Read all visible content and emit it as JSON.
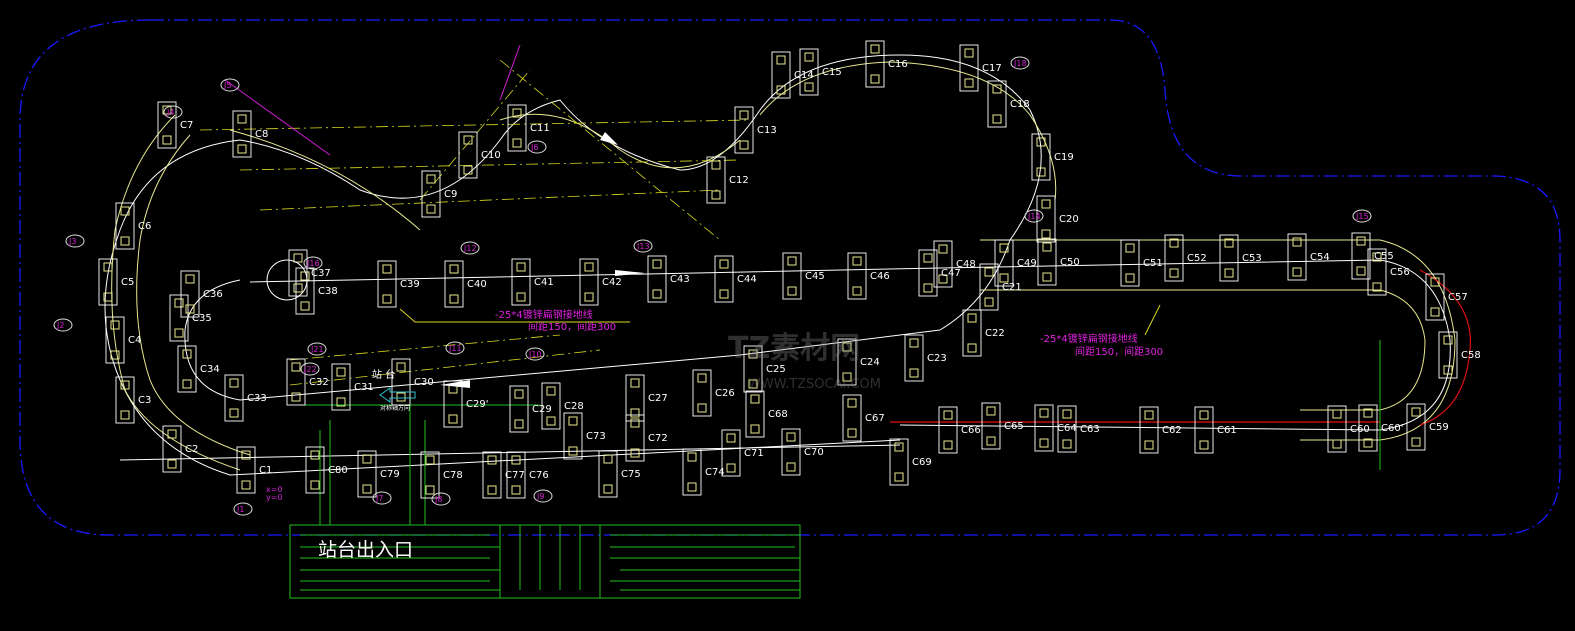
{
  "title_label": "站台出入口",
  "platform_label": "站 台",
  "axis_direction_label": "对称轴方向",
  "origin": {
    "x": "x=0",
    "y": "y=0"
  },
  "notes": [
    {
      "line1": "-25*4镀锌扁钢接地线",
      "line2": "间距150，间距300"
    },
    {
      "line1": "-25*4镀锌扁钢接地线",
      "line2": "间距150，间距300"
    }
  ],
  "watermark": {
    "brand": "TZ素材网",
    "url": "WWW.TZSOCAI.COM"
  },
  "colors": {
    "background": "#000000",
    "track": "#ffffff",
    "rail": "#e8e890",
    "axis": "#d8d820",
    "boundary": "#1a1aff",
    "marker": "#d020d0",
    "exit": "#20c020",
    "red_line": "#e01010"
  },
  "columns": [
    "C1",
    "C2",
    "C3",
    "C4",
    "C5",
    "C6",
    "C7",
    "C8",
    "C9",
    "C10",
    "C11",
    "C12",
    "C13",
    "C14",
    "C15",
    "C16",
    "C17",
    "C18",
    "C19",
    "C20",
    "C21",
    "C22",
    "C23",
    "C24",
    "C25",
    "C26",
    "C27",
    "C28",
    "C29",
    "C29'",
    "C30",
    "C31",
    "C32",
    "C33",
    "C34",
    "C35",
    "C36",
    "C37",
    "C38",
    "C39",
    "C40",
    "C41",
    "C42",
    "C43",
    "C44",
    "C45",
    "C46",
    "C47",
    "C48",
    "C49",
    "C50",
    "C51",
    "C52",
    "C53",
    "C54",
    "C55",
    "C56",
    "C57",
    "C58",
    "C59",
    "C60",
    "C60'",
    "C61",
    "C62",
    "C63",
    "C64",
    "C65",
    "C66",
    "C67",
    "C68",
    "C69",
    "C70",
    "C71",
    "C72",
    "C73",
    "C74",
    "C75",
    "C76",
    "C77",
    "C78",
    "C79",
    "C80"
  ],
  "foundations": [
    "J1",
    "J2",
    "J3",
    "J4",
    "J5",
    "J6",
    "J7",
    "J8",
    "J9",
    "J10",
    "J11",
    "J12",
    "J13",
    "J14",
    "J15",
    "J16",
    "J18",
    "J21",
    "J22"
  ]
}
